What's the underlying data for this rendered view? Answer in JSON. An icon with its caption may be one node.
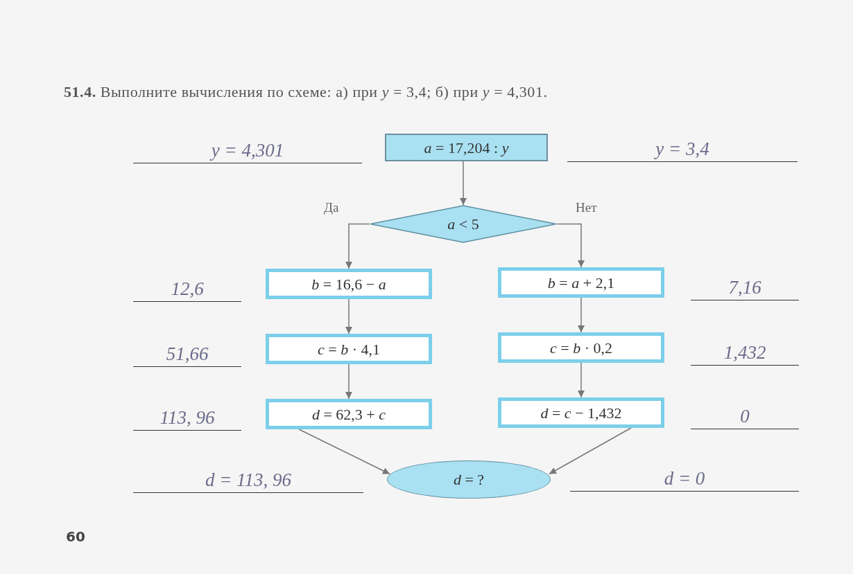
{
  "diagram": {
    "title": "**51.4.** Выполните вычисления по схеме: а) при *y* = 3,4; б) при *y* = 4,301.",
    "nodes": [
      {
        "text": [
          "*a* = 17,204 : *y*"
        ]
      },
      {
        "text": [
          "*a* < 5"
        ]
      },
      {
        "text": [
          "*b* = 16,6 − *a*"
        ]
      },
      {
        "text": [
          "*c* = *b* · 4,1"
        ]
      },
      {
        "text": [
          "*d* = 62,3 + *c*"
        ]
      },
      {
        "text": [
          "*b* = *a* + 2,1"
        ]
      },
      {
        "text": [
          "*c* = *b* · 0,2"
        ]
      },
      {
        "text": [
          "*d* = *c* − 1,432"
        ]
      },
      {
        "text": [
          "*d* = ?"
        ]
      }
    ],
    "edges": [
      {
        "from": 0,
        "to": 1,
        "arrow": "to"
      },
      {
        "from": 1,
        "to": 2,
        "arrow": "to",
        "label": "Да"
      },
      {
        "from": 1,
        "to": 5,
        "arrow": "to",
        "label": "Нет"
      },
      {
        "from": 2,
        "to": 3,
        "arrow": "to"
      },
      {
        "from": 3,
        "to": 4,
        "arrow": "to"
      },
      {
        "from": 5,
        "to": 6,
        "arrow": "to"
      },
      {
        "from": 6,
        "to": 7,
        "arrow": "to"
      },
      {
        "from": 4,
        "to": 8,
        "arrow": "to"
      },
      {
        "from": 7,
        "to": 8,
        "arrow": "to"
      }
    ],
    "labels": [
      "y = 4,301",
      "y = 3,4",
      "12,6",
      "7,16",
      "51,66",
      "1,432",
      "113, 96",
      "0",
      "d = 113, 96",
      "d = 0",
      "60"
    ]
  }
}
